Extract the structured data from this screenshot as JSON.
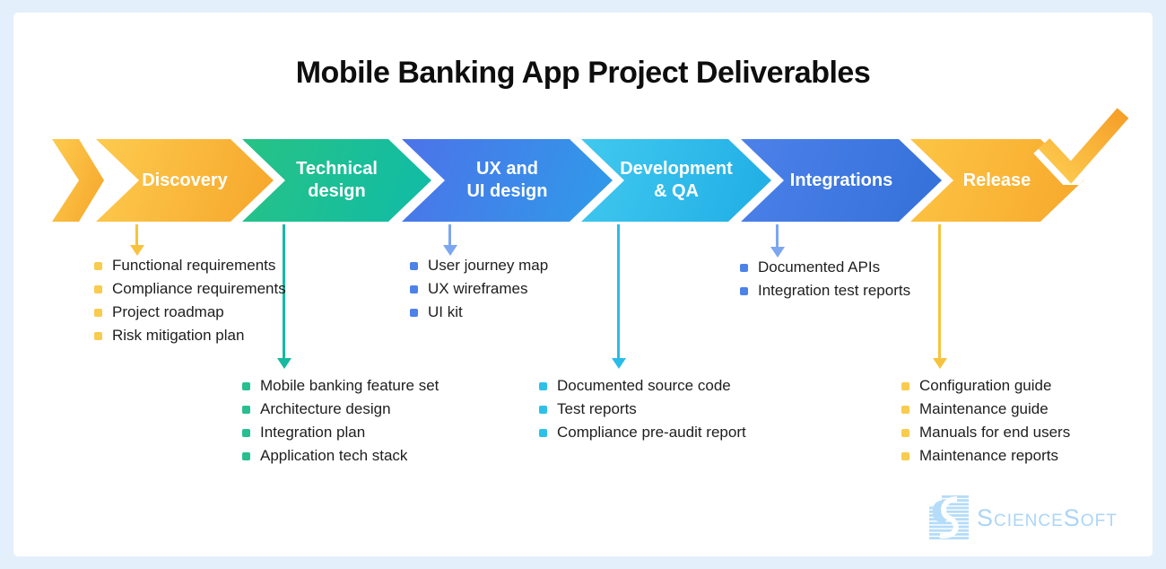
{
  "title": "Mobile Banking App Project Deliverables",
  "stages": [
    {
      "label_line1": "Discovery",
      "label_line2": "",
      "gradient": [
        "#FDCB4F",
        "#F6A62A"
      ],
      "connector_color": "#F7C33E",
      "bullet_color": "#F9CB4E",
      "deliverables": [
        "Functional requirements",
        "Compliance requirements",
        "Project roadmap",
        "Risk mitigation plan"
      ]
    },
    {
      "label_line1": "Technical",
      "label_line2": "design",
      "gradient": [
        "#27C285",
        "#10BCA7"
      ],
      "connector_color": "#16BA9E",
      "bullet_color": "#27BE90",
      "deliverables": [
        "Mobile banking feature set",
        "Architecture design",
        "Integration plan",
        "Application tech stack"
      ]
    },
    {
      "label_line1": "UX and",
      "label_line2": "UI design",
      "gradient": [
        "#4C73E9",
        "#2F9BE9"
      ],
      "connector_color": "#7CA6F0",
      "bullet_color": "#4D82E8",
      "deliverables": [
        "User journey map",
        "UX wireframes",
        "UI kit"
      ]
    },
    {
      "label_line1": "Development",
      "label_line2": "& QA",
      "gradient": [
        "#41C9EF",
        "#1FADE5"
      ],
      "connector_color": "#2ABCE8",
      "bullet_color": "#2DC0E8",
      "deliverables": [
        "Documented source code",
        "Test reports",
        "Compliance pre-audit report"
      ]
    },
    {
      "label_line1": "Integrations",
      "label_line2": "",
      "gradient": [
        "#4C81E9",
        "#3470D9"
      ],
      "connector_color": "#7CA6F0",
      "bullet_color": "#4D82E8",
      "deliverables": [
        "Documented APIs",
        "Integration test reports"
      ]
    },
    {
      "label_line1": "Release",
      "label_line2": "",
      "gradient": [
        "#FDC545",
        "#F7A82B"
      ],
      "connector_color": "#F7C33E",
      "bullet_color": "#F9CB4E",
      "deliverables": [
        "Configuration guide",
        "Maintenance guide",
        "Manuals for end users",
        "Maintenance reports"
      ]
    }
  ],
  "checkmark": {
    "icon": "check-icon",
    "colors": [
      "#FDCB4F",
      "#F59F28"
    ]
  },
  "logo": {
    "text": "ScienceSoft",
    "icon": "sciencesoft-s-logo",
    "color": "#ABD5F7"
  },
  "background_color": "#E4EFFC",
  "card_color": "#FFFFFF"
}
